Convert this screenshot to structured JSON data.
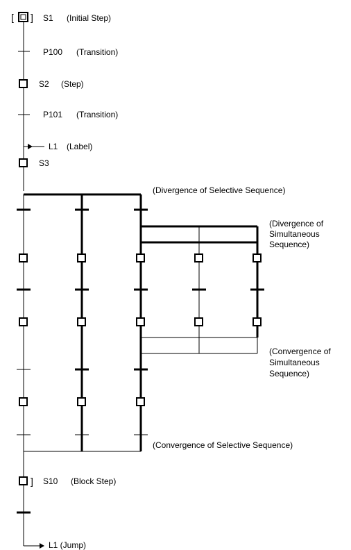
{
  "labels": {
    "s1": "S1",
    "s1_note": "(Initial Step)",
    "p100": "P100",
    "p100_note": "(Transition)",
    "s2": "S2",
    "s2_note": "(Step)",
    "p101": "P101",
    "p101_note": "(Transition)",
    "l1": "L1",
    "l1_note": "(Label)",
    "s3": "S3",
    "div_selective": "(Divergence of Selective Sequence)",
    "div_simultaneous": [
      "(Divergence of",
      "Simultaneous",
      "Sequence)"
    ],
    "conv_simultaneous": [
      "(Convergence of",
      "Simultaneous",
      "Sequence)"
    ],
    "conv_selective": "(Convergence of Selective Sequence)",
    "s10": "S10",
    "s10_note": "(Block Step)",
    "jump": "L1 (Jump)"
  },
  "colors": {
    "ink": "#000000",
    "background": "#ffffff"
  }
}
